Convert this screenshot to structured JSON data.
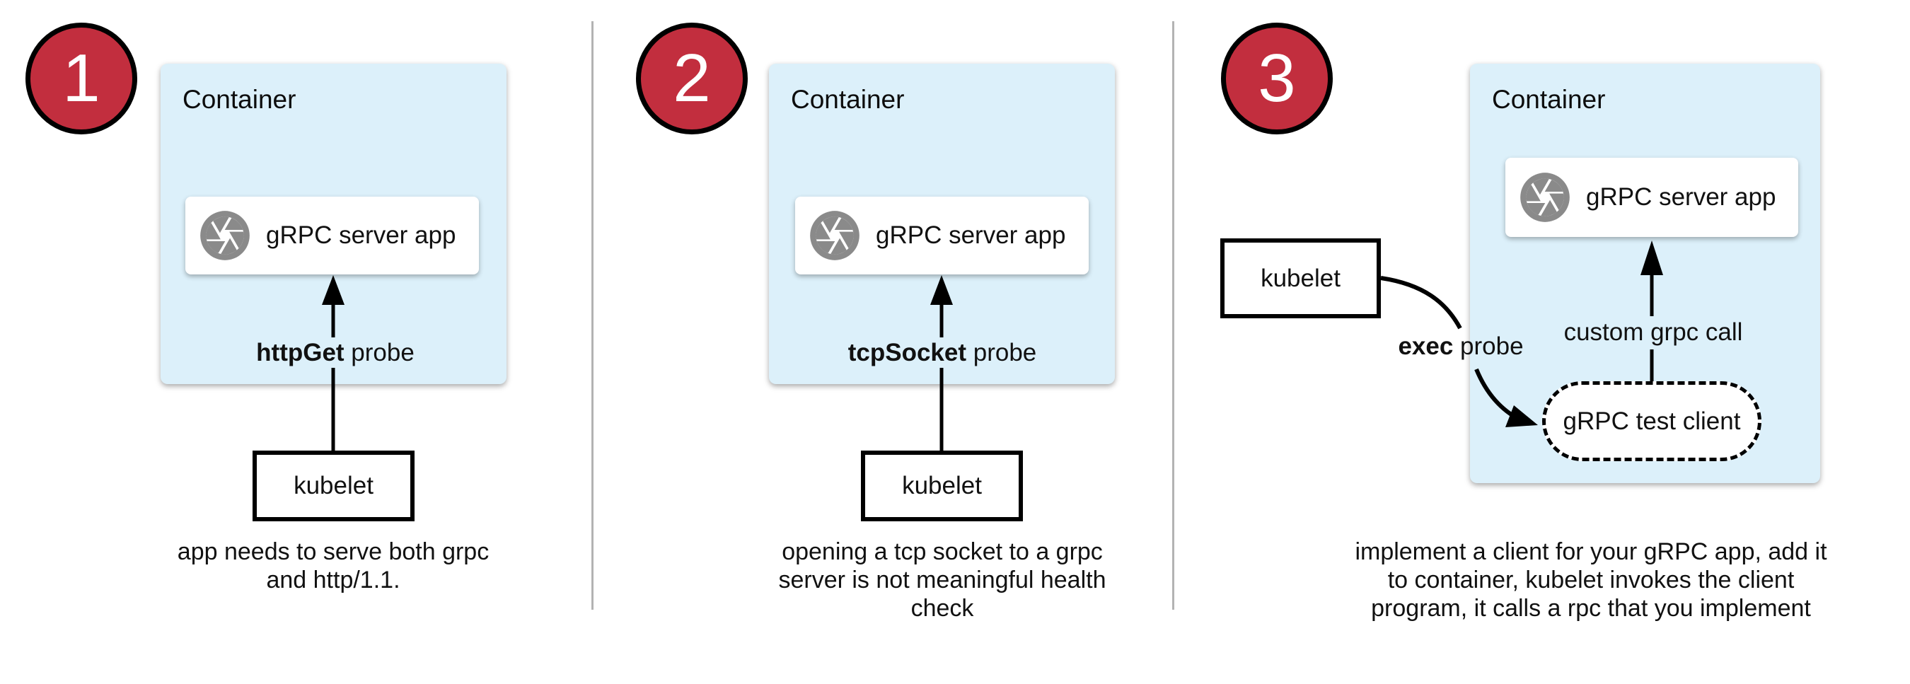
{
  "colors": {
    "badge_red": "#C22E3E",
    "container_blue": "#DCF0FA",
    "icon_gray": "#8A8A8A",
    "divider_gray": "#B3B3B3"
  },
  "panels": [
    {
      "badge": "1",
      "container_label": "Container",
      "app_label": "gRPC server app",
      "probe_keyword": "httpGet",
      "probe_rest": " probe",
      "kubelet_label": "kubelet",
      "caption_lines": {
        "0": "app needs to serve both grpc",
        "1": "and http/1.1."
      }
    },
    {
      "badge": "2",
      "container_label": "Container",
      "app_label": "gRPC server app",
      "probe_keyword": "tcpSocket",
      "probe_rest": " probe",
      "kubelet_label": "kubelet",
      "caption_lines": {
        "0": "opening a tcp socket to a grpc",
        "1": "server is not meaningful health",
        "2": "check"
      }
    },
    {
      "badge": "3",
      "container_label": "Container",
      "app_label": "gRPC server app",
      "probe_keyword": "exec",
      "probe_rest": " probe",
      "kubelet_label": "kubelet",
      "grpc_call_label": "custom grpc call",
      "test_client_label": "gRPC test client",
      "caption_lines": {
        "0": "implement a client for your gRPC app, add it",
        "1": "to container, kubelet invokes the client",
        "2": "program, it calls a rpc that you implement"
      }
    }
  ]
}
